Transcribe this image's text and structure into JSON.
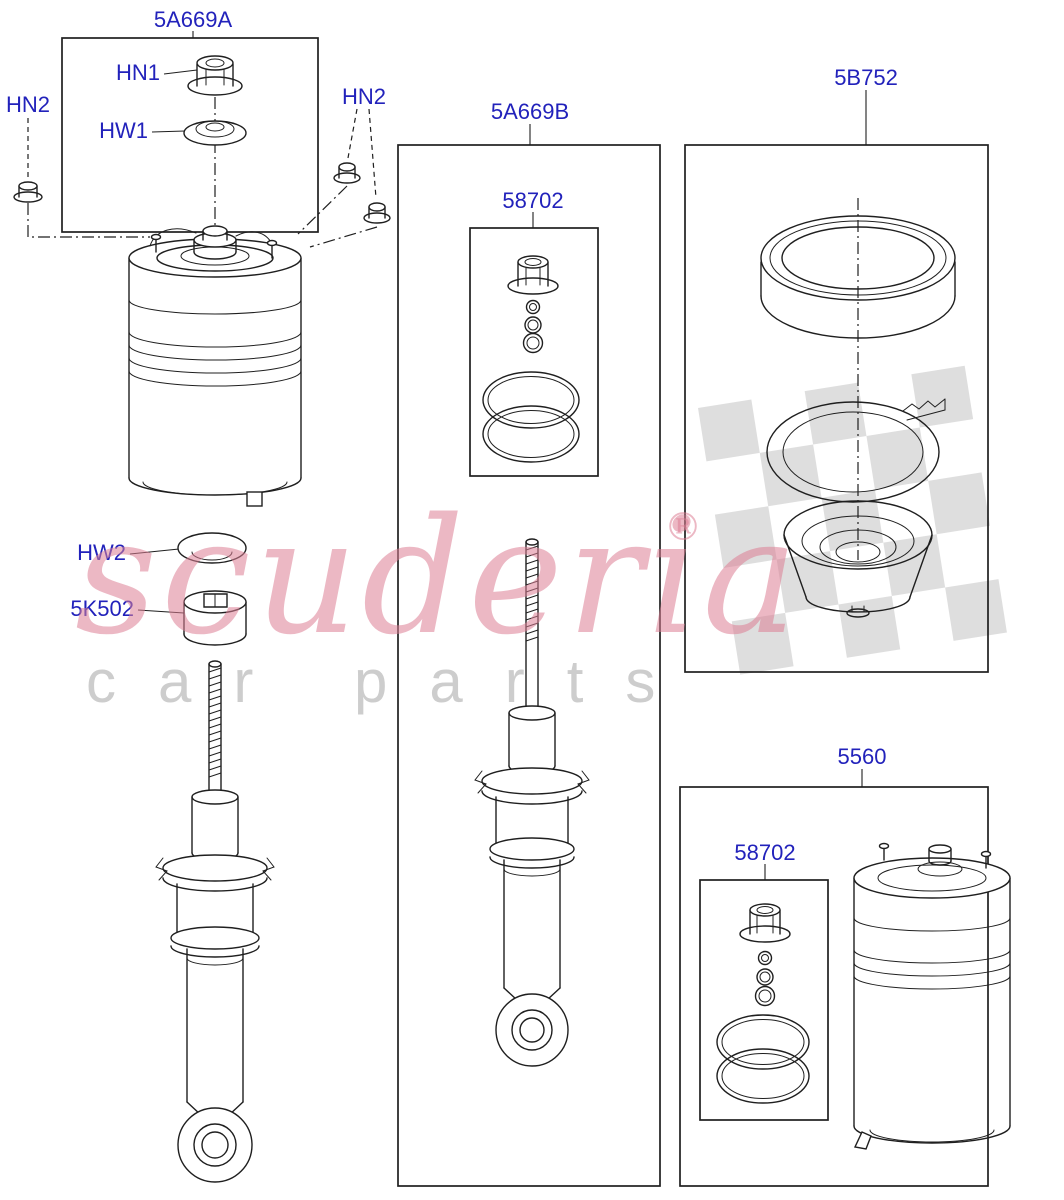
{
  "labels": {
    "assembly_a": "5A669A",
    "assembly_b": "5A669B",
    "cover_kit": "5B752",
    "air_spring_kit": "5560",
    "seal_kit_b": "58702",
    "seal_kit_d": "58702",
    "nut_hn1": "HN1",
    "washer_hw1": "HW1",
    "nut_hn2_left": "HN2",
    "nut_hn2_right": "HN2",
    "washer_hw2": "HW2",
    "bushing_5k502": "5K502"
  },
  "watermark": {
    "brand": "scuderia",
    "registered": "®",
    "tagline": "car parts"
  },
  "colors": {
    "label_blue": "#2222bb",
    "line_black": "#1f1f1f",
    "watermark_pink": "#dd7f95",
    "watermark_gray": "#c8c8c8",
    "checker_gray": "#d8d8d8",
    "background": "#ffffff"
  }
}
